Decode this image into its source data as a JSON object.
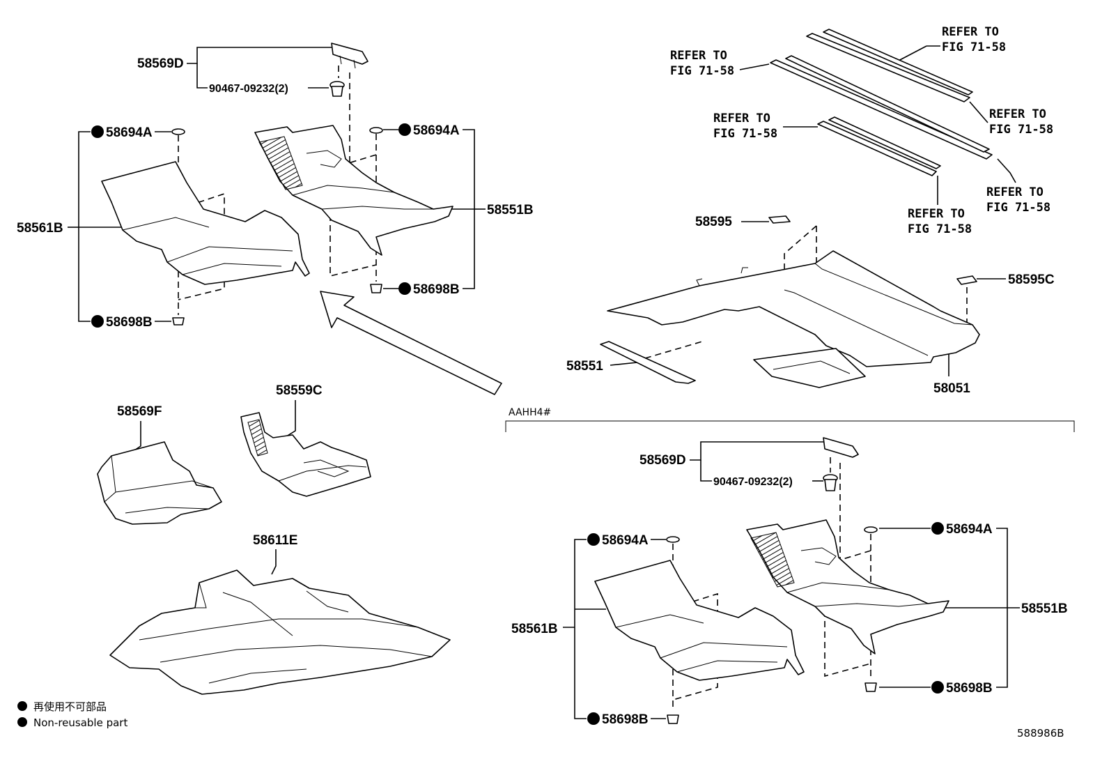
{
  "labels": {
    "p58569D_top": "58569D",
    "p90467_top": "90467-09232(2)",
    "p58694A_tl": "58694A",
    "p58694A_tc": "58694A",
    "p58561B_top": "58561B",
    "p58551B_top": "58551B",
    "p58698B_tc": "58698B",
    "p58698B_tl": "58698B",
    "p58569F": "58569F",
    "p58559C": "58559C",
    "p58611E": "58611E",
    "p58595": "58595",
    "p58595C": "58595C",
    "p58551": "58551",
    "p58051": "58051",
    "section_aahh4": "AAHH4#",
    "p58569D_bot": "58569D",
    "p90467_bot": "90467-09232(2)",
    "p58694A_bl": "58694A",
    "p58694A_br": "58694A",
    "p58561B_bot": "58561B",
    "p58551B_bot": "58551B",
    "p58698B_bl": "58698B",
    "p58698B_br": "58698B",
    "figure_id": "588986B"
  },
  "refer": [
    {
      "l1": "REFER TO",
      "l2": "FIG 71-58"
    },
    {
      "l1": "REFER TO",
      "l2": "FIG 71-58"
    },
    {
      "l1": "REFER TO",
      "l2": "FIG 71-58"
    },
    {
      "l1": "REFER TO",
      "l2": "FIG 71-58"
    },
    {
      "l1": "REFER TO",
      "l2": "FIG 71-58"
    },
    {
      "l1": "REFER TO",
      "l2": "FIG 71-58"
    }
  ],
  "legend": {
    "line1": "再使用不可部品",
    "line2": "Non-reusable part"
  },
  "colors": {
    "ink": "#000000",
    "paper": "#ffffff"
  }
}
